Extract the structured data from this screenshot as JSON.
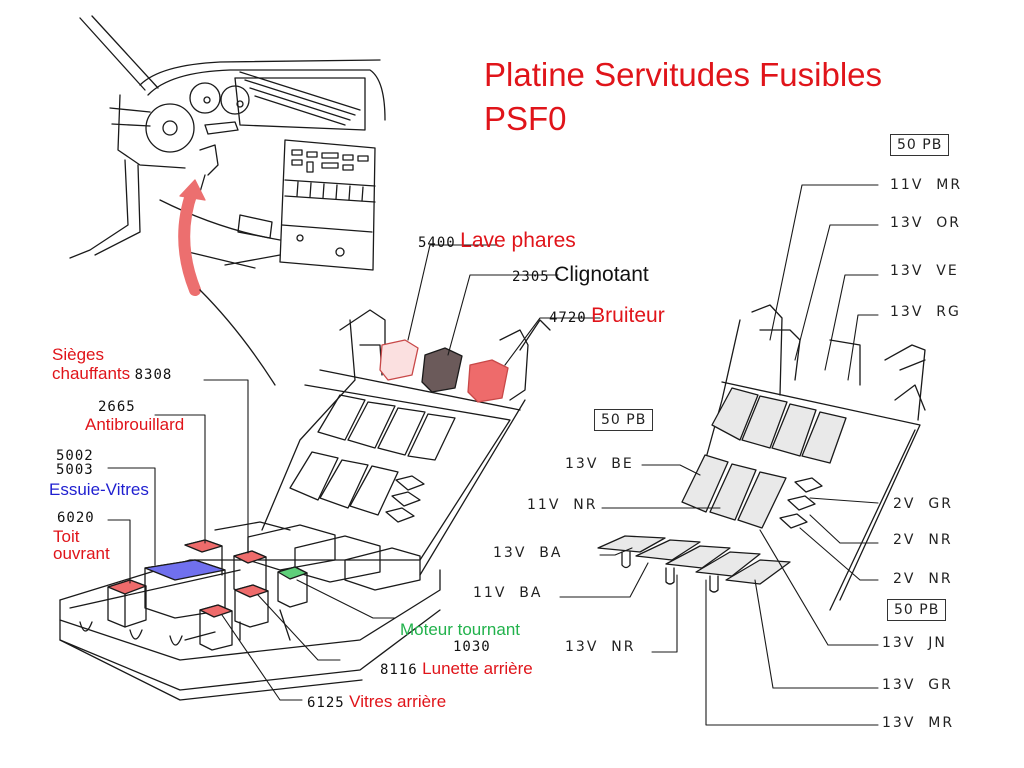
{
  "title": {
    "line1": "Platine Servitudes Fusibles",
    "line2": "PSF0"
  },
  "colors": {
    "title": "#e0141a",
    "label_red": "#e0141a",
    "label_blue": "#1f1fd0",
    "label_green": "#22b24c",
    "fuse_red": "#ee6b6b",
    "fuse_blue": "#7070ee",
    "fuse_green": "#5fcf7a",
    "fuse_dark": "#6b5a5a",
    "arrow": "#ec6f6f"
  },
  "relay_labels": [
    {
      "code": "5400",
      "name": "Lave phares",
      "color": "red"
    },
    {
      "code": "2305",
      "name": "Clignotant",
      "color": "black"
    },
    {
      "code": "4720",
      "name": "Bruiteur",
      "color": "red"
    },
    {
      "code": "8308",
      "name": "Sièges\nchauffants",
      "name_line1": "Sièges",
      "name_line2": "chauffants",
      "color": "red"
    },
    {
      "code": "2665",
      "name": "Antibrouillard",
      "color": "red"
    },
    {
      "code": "5002\n5003",
      "code_line1": "5002",
      "code_line2": "5003",
      "name": "Essuie-Vitres",
      "color": "blue"
    },
    {
      "code": "6020",
      "name": "Toit ouvrant",
      "name_line1": "Toit",
      "name_line2": "ouvrant",
      "color": "red"
    },
    {
      "code": "1030",
      "name": "Moteur tournant",
      "color": "green"
    },
    {
      "code": "8116",
      "name": "Lunette arrière",
      "color": "red"
    },
    {
      "code": "6125",
      "name": "Vitres arrière",
      "color": "red"
    }
  ],
  "connector_boxes": [
    "50 PB",
    "50 PB",
    "50 PB"
  ],
  "wire_labels": {
    "top_right": [
      "11V  MR",
      "13V  OR",
      "13V  VE",
      "13V  RG"
    ],
    "middle_left": [
      "13V  BE",
      "11V  NR",
      "13V  BA",
      "11V  BA",
      "13V  NR"
    ],
    "middle_right": [
      "2V  GR",
      "2V  NR",
      "2V  NR"
    ],
    "bottom_right": [
      "13V  JN",
      "13V  GR",
      "13V  MR"
    ]
  }
}
